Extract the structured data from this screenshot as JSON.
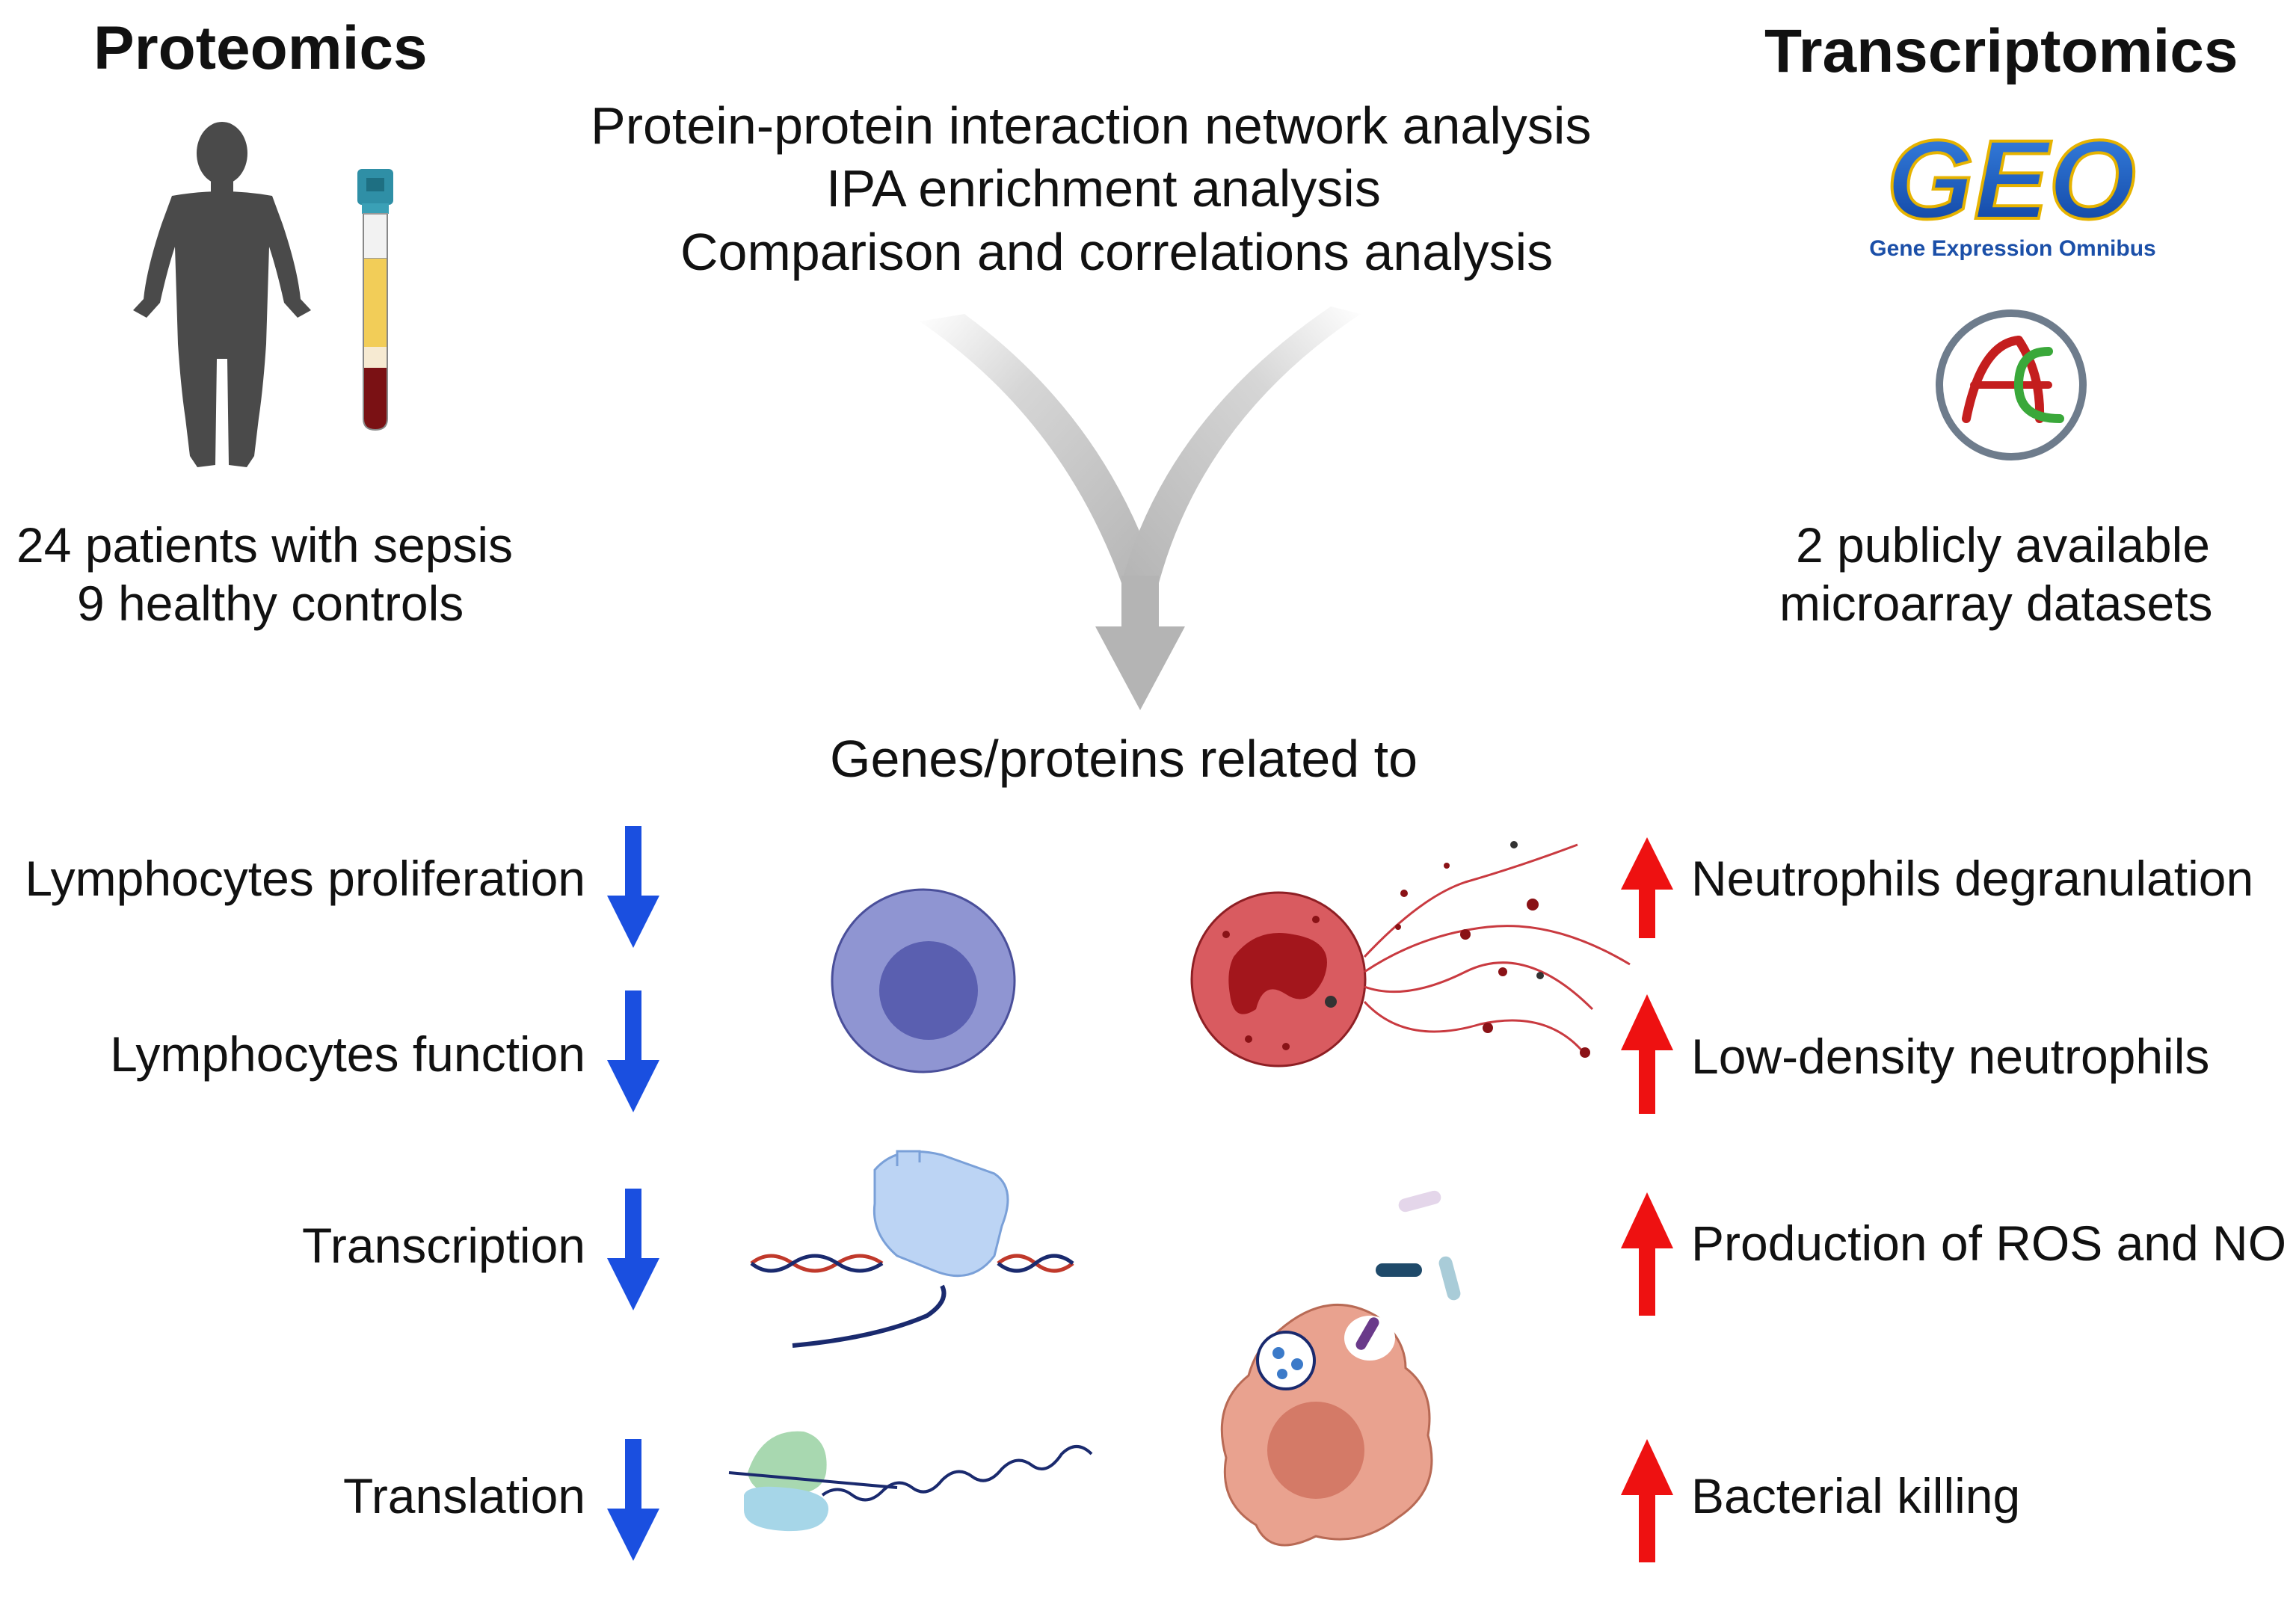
{
  "proteomics": {
    "title": "Proteomics",
    "caption_lines": [
      "24 patients with sepsis",
      "9 healthy controls"
    ]
  },
  "transcriptomics": {
    "title": "Transcriptomics",
    "geo_logo_text": "GEO",
    "geo_subtitle": "Gene Expression Omnibus",
    "caption_lines": [
      "2 publicly available",
      "microarray datasets"
    ]
  },
  "analysis_lines": [
    "Protein-protein interaction network analysis",
    "IPA enrichment analysis",
    "Comparison and correlations analysis"
  ],
  "genes_label": "Genes/proteins related to",
  "decreased": [
    "Lymphocytes proliferation",
    "Lymphocytes function",
    "Transcription",
    "Translation"
  ],
  "increased": [
    "Neutrophils degranulation",
    "Low-density neutrophils",
    "Production of ROS and NO",
    "Bacterial killing"
  ],
  "colors": {
    "down_arrow": "#1a4fe0",
    "up_arrow": "#ee1111",
    "merge_arrow": "#b8b8b8",
    "lymphocyte": "#8f95d2",
    "neutrophil": "#d95b60",
    "macrophage": "#e9a28f"
  }
}
